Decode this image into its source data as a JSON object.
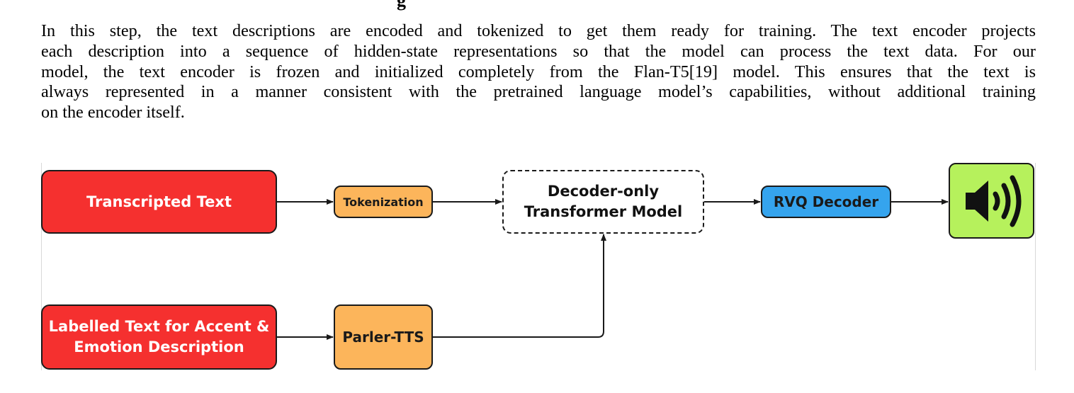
{
  "heading_fragment": "g",
  "paragraph_lines": [
    "In this step, the text descriptions are encoded and tokenized to get them ready for training. The text encoder projects",
    "each description into a sequence of hidden-state representations so that the model can process the text data. For our",
    "model, the text encoder is frozen and initialized completely from the Flan-T5[19] model. This ensures that the text is",
    "always represented in a manner consistent with the pretrained language model’s capabilities, without additional training",
    "on the encoder itself."
  ],
  "diagram": {
    "nodes": {
      "transcripted_text": "Transcripted Text",
      "tokenization": "Tokenization",
      "decoder_line1": "Decoder-only",
      "decoder_line2": "Transformer Model",
      "rvq_decoder": "RVQ Decoder",
      "labelled_line1": "Labelled Text for Accent &",
      "labelled_line2": "Emotion Description",
      "parler_tts": "Parler-TTS"
    },
    "output_icon": "speaker-sound-icon",
    "colors": {
      "input_red": "#f5302f",
      "process_orange": "#fcb55b",
      "decoder_blue": "#35a4ee",
      "output_green": "#b6f15c"
    }
  }
}
